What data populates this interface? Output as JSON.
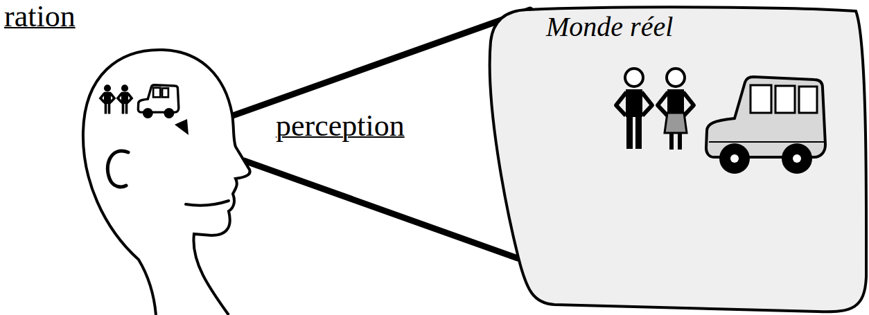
{
  "diagram": {
    "nodes": [
      {
        "text": [
          "Monde réel"
        ]
      }
    ],
    "labels": [
      "ration",
      "perception"
    ]
  }
}
